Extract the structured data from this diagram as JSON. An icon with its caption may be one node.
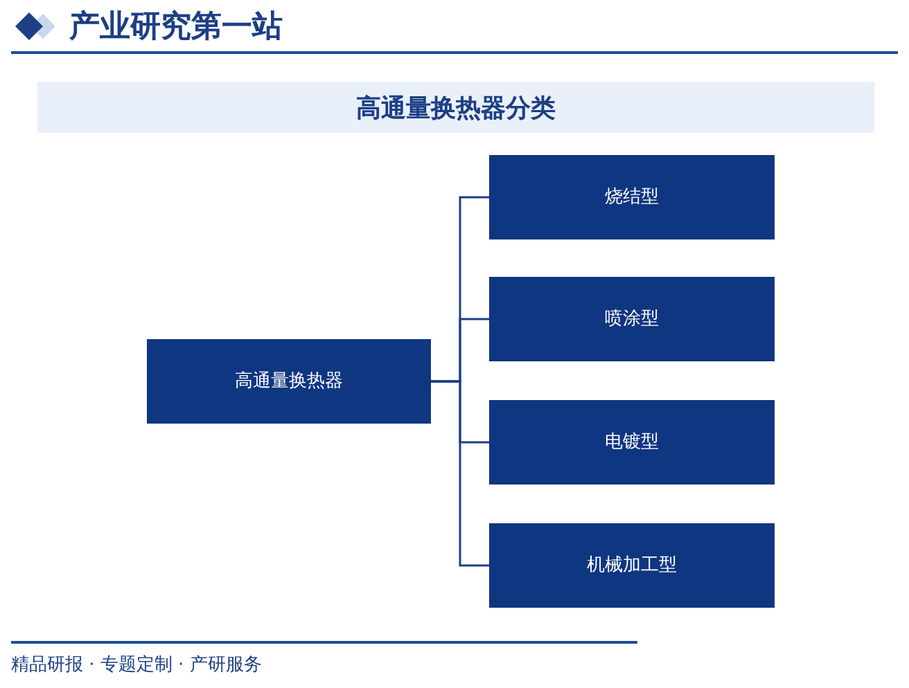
{
  "diagram": {
    "title": "高通量换热器分类",
    "nodes": [
      {
        "text": [
          "高通量换热器"
        ]
      },
      {
        "text": [
          "烧结型"
        ]
      },
      {
        "text": [
          "喷涂型"
        ]
      },
      {
        "text": [
          "电镀型"
        ]
      },
      {
        "text": [
          "机械加工型"
        ]
      }
    ],
    "edges": [
      {
        "from": 0,
        "to": 1,
        "arrow": "none"
      },
      {
        "from": 0,
        "to": 2,
        "arrow": "none"
      },
      {
        "from": 0,
        "to": 3,
        "arrow": "none"
      },
      {
        "from": 0,
        "to": 4,
        "arrow": "none"
      }
    ],
    "labels": [
      "产业研究第一站",
      "精品研报 · 专题定制 · 产研服务"
    ]
  }
}
